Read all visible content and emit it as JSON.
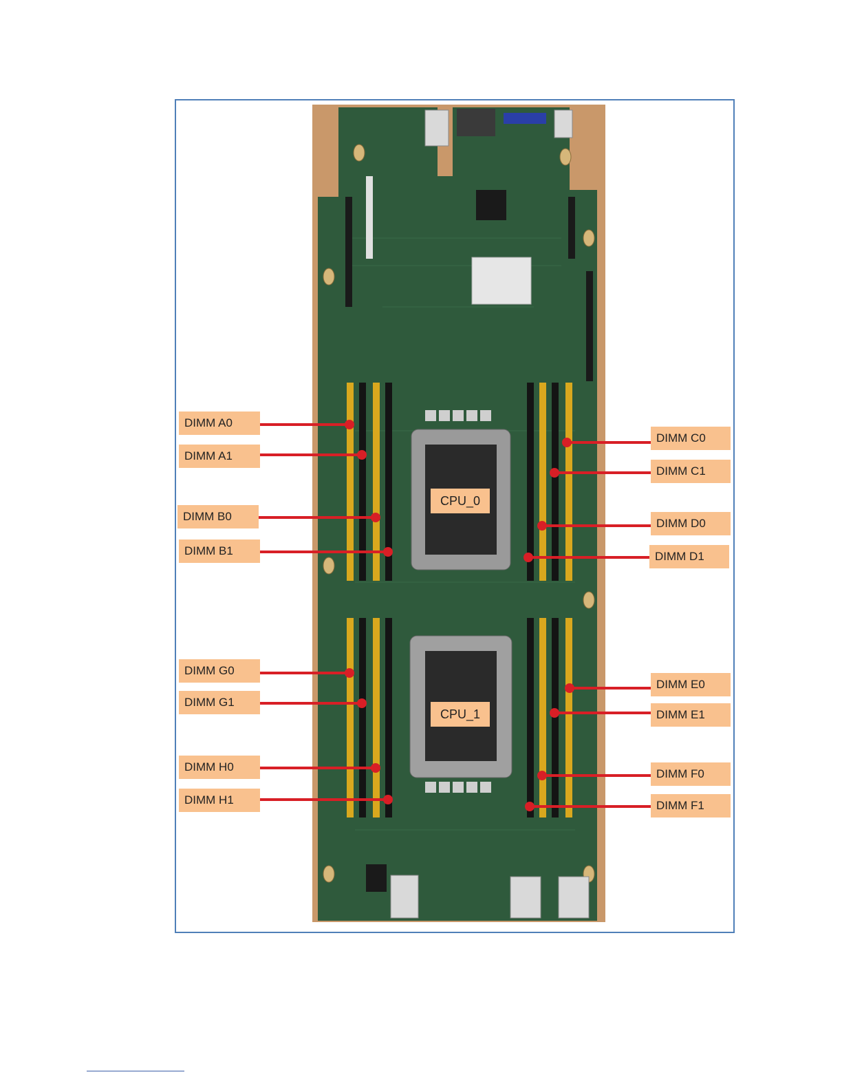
{
  "figure": {
    "callouts_left": [
      {
        "label": "DIMM A0"
      },
      {
        "label": "DIMM A1"
      },
      {
        "label": "DIMM B0"
      },
      {
        "label": "DIMM B1"
      },
      {
        "label": "DIMM G0"
      },
      {
        "label": "DIMM G1"
      },
      {
        "label": "DIMM H0"
      },
      {
        "label": "DIMM H1"
      }
    ],
    "callouts_right": [
      {
        "label": "DIMM C0"
      },
      {
        "label": "DIMM C1"
      },
      {
        "label": "DIMM D0"
      },
      {
        "label": "DIMM D1"
      },
      {
        "label": "DIMM E0"
      },
      {
        "label": "DIMM E1"
      },
      {
        "label": "DIMM F0"
      },
      {
        "label": "DIMM F1"
      }
    ],
    "cpus": [
      {
        "label": "CPU_0"
      },
      {
        "label": "CPU_1"
      }
    ]
  },
  "colors": {
    "board": "#2f5a3c",
    "backing": "#c9986a",
    "slot_gold": "#d9a81e",
    "slot_black": "#141414",
    "callout_bg": "#f9c18e",
    "leader": "#d81f26",
    "frame": "#4f7fb8"
  }
}
